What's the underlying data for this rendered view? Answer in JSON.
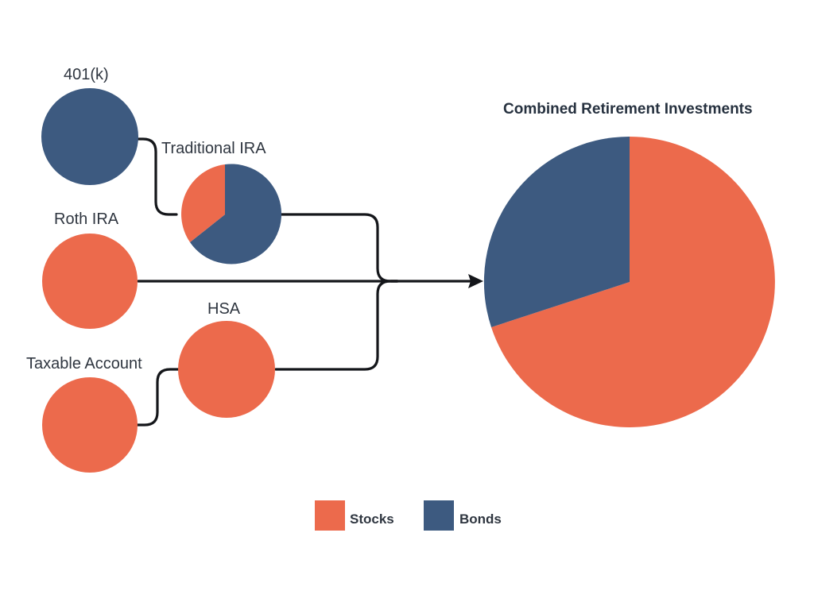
{
  "title": "Combined Retirement Investments",
  "colors": {
    "stocks": "#EC6A4C",
    "bonds": "#3D5A80",
    "text": "#2F3640",
    "title_text": "#26313F",
    "connector": "#14161A",
    "background": "#FFFFFF"
  },
  "legend": {
    "items": [
      {
        "label": "Stocks",
        "color": "#EC6A4C"
      },
      {
        "label": "Bonds",
        "color": "#3D5A80"
      }
    ]
  },
  "accounts": [
    {
      "id": "401k",
      "label": "401(k)",
      "stocks_pct": 0,
      "bonds_pct": 100
    },
    {
      "id": "trad-ira",
      "label": "Traditional IRA",
      "stocks_pct": 37,
      "bonds_pct": 63
    },
    {
      "id": "roth-ira",
      "label": "Roth IRA",
      "stocks_pct": 100,
      "bonds_pct": 0
    },
    {
      "id": "hsa",
      "label": "HSA",
      "stocks_pct": 100,
      "bonds_pct": 0
    },
    {
      "id": "taxable",
      "label": "Taxable Account",
      "stocks_pct": 100,
      "bonds_pct": 0
    }
  ],
  "chart_data": {
    "type": "pie",
    "title": "Combined Retirement Investments",
    "categories": [
      "Stocks",
      "Bonds"
    ],
    "values": [
      70,
      30
    ],
    "unit": "percent",
    "colors": [
      "#EC6A4C",
      "#3D5A80"
    ],
    "legend_position": "bottom",
    "start_angle_deg": 0,
    "direction": "clockwise",
    "source_pies": [
      {
        "name": "401(k)",
        "categories": [
          "Stocks",
          "Bonds"
        ],
        "values": [
          0,
          100
        ]
      },
      {
        "name": "Traditional IRA",
        "categories": [
          "Stocks",
          "Bonds"
        ],
        "values": [
          37,
          63
        ]
      },
      {
        "name": "Roth IRA",
        "categories": [
          "Stocks",
          "Bonds"
        ],
        "values": [
          100,
          0
        ]
      },
      {
        "name": "HSA",
        "categories": [
          "Stocks",
          "Bonds"
        ],
        "values": [
          100,
          0
        ]
      },
      {
        "name": "Taxable Account",
        "categories": [
          "Stocks",
          "Bonds"
        ],
        "values": [
          100,
          0
        ]
      }
    ]
  }
}
